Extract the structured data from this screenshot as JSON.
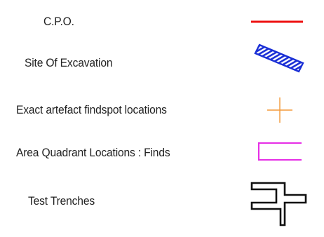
{
  "legend": {
    "items": [
      {
        "label": "C.P.O.",
        "symbol": "red-line-symbol",
        "color": "#ee1111"
      },
      {
        "label": "Site Of Excavation",
        "symbol": "hatched-bar-symbol",
        "color": "#1a2fd6"
      },
      {
        "label": "Exact artefact findspot locations",
        "symbol": "plus-symbol",
        "color": "#f39a3a"
      },
      {
        "label": "Area Quadrant Locations : Finds",
        "symbol": "bracket-symbol",
        "color": "#e62ee6"
      },
      {
        "label": "Test Trenches",
        "symbol": "trench-symbol",
        "color": "#111111"
      }
    ]
  }
}
